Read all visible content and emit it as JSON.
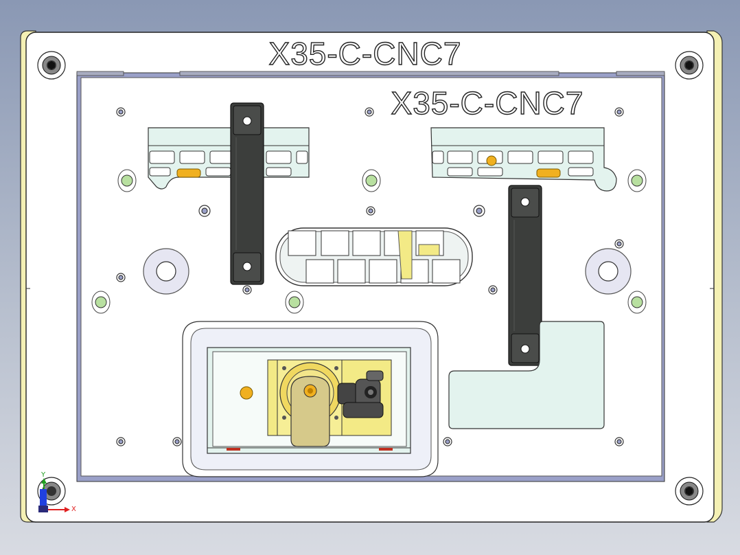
{
  "drawing": {
    "outer_label": "X35-C-CNC7",
    "inner_label": "X35-C-CNC7"
  },
  "triad": {
    "x_label": "X",
    "y_label": "Y"
  },
  "colors": {
    "background_top": "#8a98b4",
    "background_bottom": "#d8dbe2",
    "plate_fill": "#ffffff",
    "plate_edge_yellow": "#f4f0b4",
    "inner_plate_fill": "#ffffff",
    "inner_plate_edge": "#7b7fb8",
    "pocket_fill": "#e3f3ee",
    "handle_fill": "#3c3e3c",
    "accent_yellow": "#f3ea86",
    "pin_orange": "#f0b020",
    "green_ring": "#b8e0a0",
    "axis_x": "#e02020",
    "axis_y": "#20a020",
    "axis_z": "#2040e0"
  },
  "icons": {
    "corner_screw": "socket-cap-screw-icon",
    "locating_pin": "locating-pin-icon",
    "elbow_fitting": "pneumatic-elbow-fitting-icon",
    "axis_triad": "xyz-axis-triad-icon"
  }
}
